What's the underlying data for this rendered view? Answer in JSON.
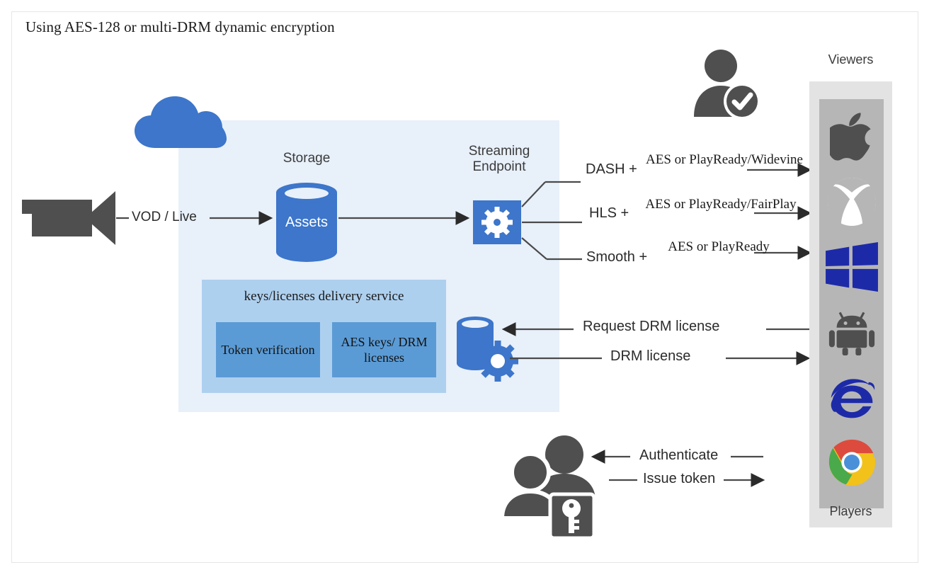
{
  "title": "Using AES-128 or multi-DRM dynamic encryption",
  "colors": {
    "azure_panel": "#e8f0fa",
    "cloud_blue": "#3d76ca",
    "kds_box": "#aed0ef",
    "kds_inner": "#5b9bd5",
    "icon_gray": "#4f4f4f",
    "panel_outer_gray": "#e3e3e3",
    "panel_inner_gray": "#b6b6b6",
    "windows_blue": "#1d2aa8",
    "frame_border": "#e6e6e6"
  },
  "source": {
    "camera_icon": "video-camera-icon",
    "ingest_label": "VOD / Live"
  },
  "azure": {
    "cloud_icon": "cloud-icon",
    "storage": {
      "caption": "Storage",
      "cylinder_label": "Assets",
      "icon": "database-cylinder-icon"
    },
    "streaming_endpoint": {
      "caption": "Streaming Endpoint",
      "icon": "gear-icon"
    },
    "key_delivery": {
      "title": "keys/licenses delivery service",
      "boxes": [
        {
          "label": "Token verification"
        },
        {
          "label": "AES keys/ DRM licenses"
        }
      ],
      "license_store_icon": "database-gear-icon"
    }
  },
  "protocols": [
    {
      "name": "DASH +",
      "encryption": "AES or PlayReady/Widevine"
    },
    {
      "name": "HLS +",
      "encryption": "AES or PlayReady/FairPlay"
    },
    {
      "name": "Smooth +",
      "encryption": "AES or PlayReady"
    }
  ],
  "license_flow": [
    {
      "label": "Request DRM  license",
      "direction": "left"
    },
    {
      "label": "DRM  license",
      "direction": "right"
    }
  ],
  "auth_flow": {
    "people_icon": "two-people-key-icon",
    "items": [
      {
        "label": "Authenticate",
        "direction": "left"
      },
      {
        "label": "Issue token",
        "direction": "right"
      }
    ]
  },
  "viewer": {
    "verified_user_icon": "user-verified-icon",
    "top_label": "Viewers",
    "bottom_label": "Players",
    "platforms": [
      {
        "icon": "apple-icon"
      },
      {
        "icon": "xbox-icon"
      },
      {
        "icon": "windows-icon"
      },
      {
        "icon": "android-icon"
      },
      {
        "icon": "internet-explorer-icon"
      },
      {
        "icon": "chrome-icon"
      }
    ]
  }
}
